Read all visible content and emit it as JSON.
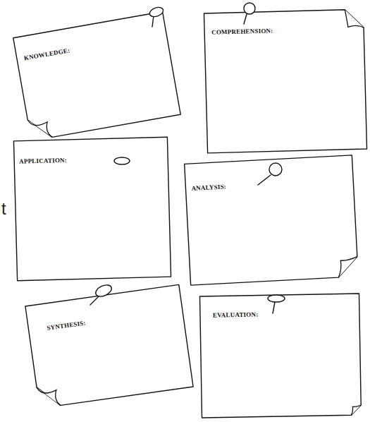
{
  "diagram": {
    "nodes": [
      {
        "text": [
          "KNOWLEDGE:"
        ]
      },
      {
        "text": [
          "COMPREHENSION:"
        ]
      },
      {
        "text": [
          "APPLICATION:"
        ]
      },
      {
        "text": [
          "ANALYSIS:"
        ]
      },
      {
        "text": [
          "SYNTHESIS:"
        ]
      },
      {
        "text": [
          "EVALUATION:"
        ]
      }
    ],
    "labels": [
      "t"
    ]
  }
}
